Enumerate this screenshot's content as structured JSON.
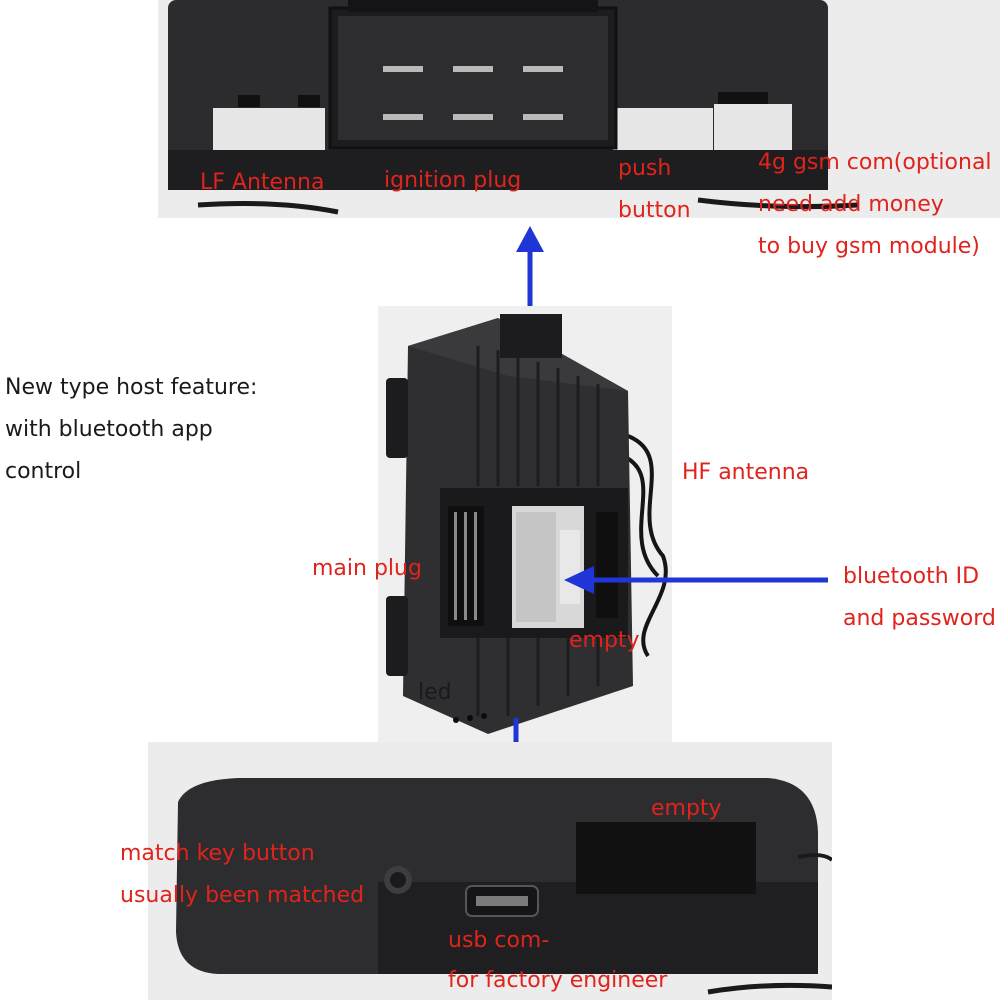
{
  "feature_text": {
    "line1": "New type host feature:",
    "line2": "with bluetooth app",
    "line3": "control"
  },
  "top_photo": {
    "labels": {
      "lf_antenna": "LF Antenna",
      "ignition_plug": "ignition plug",
      "push_button_1": "push",
      "push_button_2": "button",
      "gsm_1": "4g gsm com(optional",
      "gsm_2": "need add money",
      "gsm_3": "to buy gsm module)"
    }
  },
  "middle_photo": {
    "labels": {
      "hf_antenna": "HF antenna",
      "main_plug": "main plug",
      "bluetooth_1": "bluetooth ID",
      "bluetooth_2": "and password",
      "empty": "empty",
      "led": "led"
    }
  },
  "bottom_photo": {
    "labels": {
      "empty": "empty",
      "match_1": "match key button",
      "match_2": "usually been matched",
      "usb_1": "usb com-",
      "usb_2": "for factory engineer"
    }
  },
  "colors": {
    "label_red": "#e0231c",
    "arrow_blue": "#1f35d6",
    "device_black": "#2b2b2d"
  }
}
